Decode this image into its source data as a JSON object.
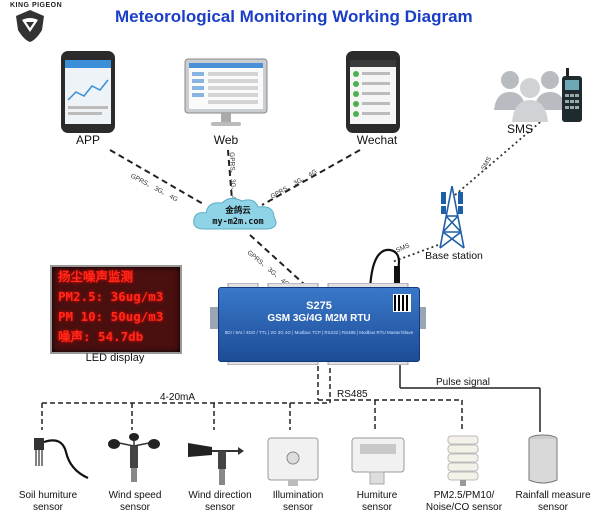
{
  "brand": "KING PIGEON",
  "title": "Meteorological Monitoring Working Diagram",
  "clients": {
    "app": "APP",
    "web": "Web",
    "wechat": "Wechat",
    "sms": "SMS"
  },
  "cloud": {
    "name_cn": "金鸽云",
    "url": "my-m2m.com"
  },
  "links": {
    "app_link": "GPRS、 3G、 4G",
    "web_link": "GPRS、 3G、 4G",
    "wechat_link": "GPRS、 3G、 4G",
    "rtu_link": "GPRS、 3G、 4G",
    "sms_tower": "SMS",
    "rtu_tower": "SMS"
  },
  "base_station": "Base station",
  "led": {
    "caption": "LED display",
    "lines": [
      "扬尘噪声监测",
      "PM2.5: 36ug/m3",
      "PM 10: 50ug/m3",
      "噪声: 54.7db"
    ]
  },
  "rtu": {
    "code": "S275",
    "name": "GSM 3G/4G M2M RTU",
    "spec": "8DI / 8AI / 4DO / TTL | 2G 3G 4G | Modbus TCP | RS232 | RS485 | Modbus RTU Master/Slave"
  },
  "signals": {
    "analog": "4-20mA",
    "rs485": "RS485",
    "pulse": "Pulse signal"
  },
  "sensors": [
    {
      "label_line1": "Soil humiture",
      "label_line2": "sensor"
    },
    {
      "label_line1": "Wind speed",
      "label_line2": "sensor"
    },
    {
      "label_line1": "Wind direction",
      "label_line2": "sensor"
    },
    {
      "label_line1": "Illumination",
      "label_line2": "sensor"
    },
    {
      "label_line1": "Humiture",
      "label_line2": "sensor"
    },
    {
      "label_line1": "PM2.5/PM10/",
      "label_line2": "Noise/CO sensor"
    },
    {
      "label_line1": "Rainfall measure",
      "label_line2": "sensor"
    }
  ],
  "colors": {
    "title": "#1a3ec6",
    "rtu_body": "#2a64b8",
    "led_text": "#ff2a1a",
    "cloud": "#8fd4e6"
  }
}
